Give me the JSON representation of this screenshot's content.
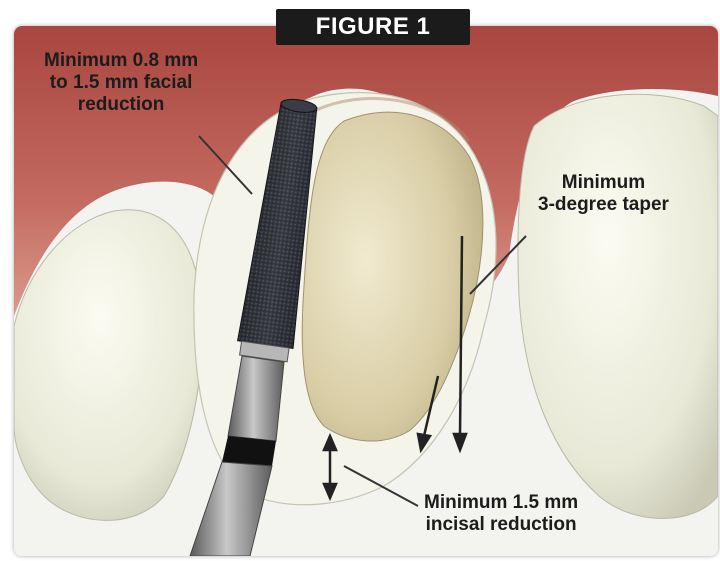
{
  "figure_title": "FIGURE 1",
  "labels": {
    "facial_reduction": [
      "Minimum 0.8 mm",
      "to 1.5 mm facial",
      "reduction"
    ],
    "taper": [
      "Minimum",
      "3-degree taper"
    ],
    "incisal_reduction": [
      "Minimum 1.5 mm",
      "incisal reduction"
    ]
  },
  "colors": {
    "gum": "#b8574f",
    "tooth_enamel": "#eeeede",
    "prepared_tooth": "#ddd3b0",
    "diamond_bur": "#2b2c33",
    "handpiece_metal": "#8f8f8f",
    "title_bg": "#1b1b1b"
  }
}
